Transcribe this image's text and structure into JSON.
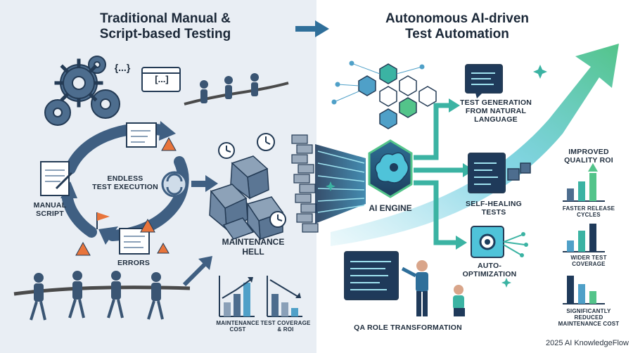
{
  "left": {
    "title_line1": "Traditional Manual &",
    "title_line2": "Script-based Testing",
    "code_brace": "{...}",
    "code_bracket": "[...]",
    "endless_line1": "ENDLESS",
    "endless_line2": "TEST EXECUTION",
    "manual_line1": "MANUAL",
    "manual_line2": "SCRIPT",
    "errors": "ERRORS",
    "maintenance_line1": "MAINTENANCE",
    "maintenance_line2": "HELL",
    "chart_maint_line1": "MAINTENANCE",
    "chart_maint_line2": "COST",
    "chart_cov_line1": "TEST COVERAGE",
    "chart_cov_line2": "& ROI"
  },
  "right": {
    "title_line1": "Autonomous AI-driven",
    "title_line2": "Test Automation",
    "ai_engine": "AI ENGINE",
    "test_gen_line1": "TEST GENERATION",
    "test_gen_line2": "FROM NATURAL",
    "test_gen_line3": "LANGUAGE",
    "self_heal_line1": "SELF-HEALING",
    "self_heal_line2": "TESTS",
    "auto_opt_line1": "AUTO-",
    "auto_opt_line2": "OPTIMIZATION",
    "qa_role": "QA ROLE TRANSFORMATION",
    "improved_line1": "IMPROVED",
    "improved_line2": "QUALITY ROI",
    "faster_line1": "FASTER RELEASE",
    "faster_line2": "CYCLES",
    "wider_line1": "WIDER TEST",
    "wider_line2": "COVERAGE",
    "reduced_line1": "SIGNIFICANTLY",
    "reduced_line2": "REDUCED",
    "reduced_line3": "MAINTENANCE COST"
  },
  "footer": "2025 AI KnowledgeFlow",
  "colors": {
    "left_bg": "#e9eef4",
    "right_bg": "#ffffff",
    "navy": "#243b55",
    "steel": "#4d6d8e",
    "teal": "#3bb3a3",
    "green": "#53c48a",
    "cyan": "#4fc3d9",
    "warning": "#e8743b"
  }
}
